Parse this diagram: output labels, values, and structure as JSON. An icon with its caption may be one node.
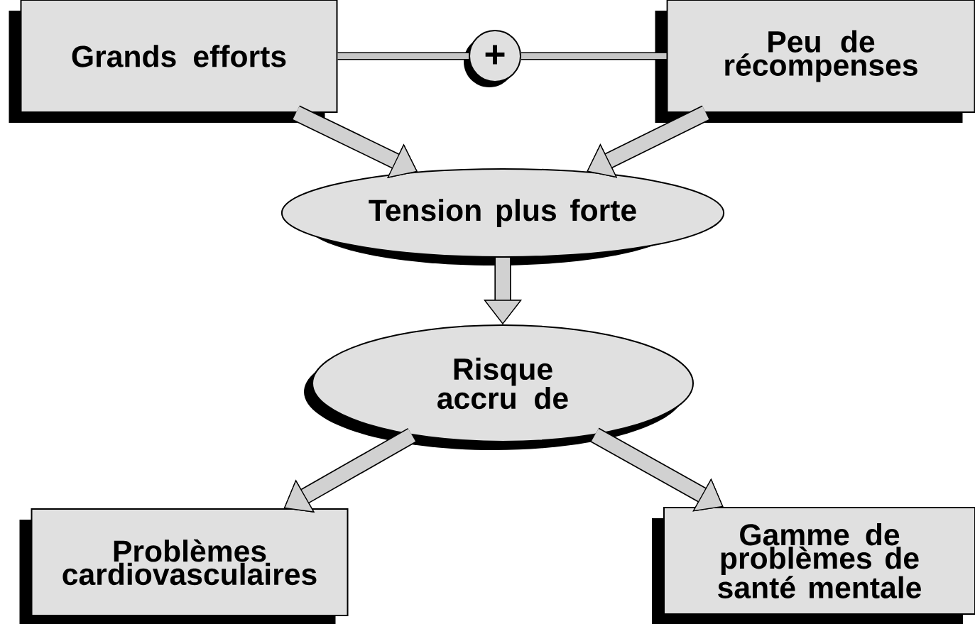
{
  "diagram": {
    "nodes": [
      {
        "text": [
          "Grands efforts"
        ]
      },
      {
        "text": [
          "+"
        ]
      },
      {
        "text": [
          "Peu de récompenses"
        ]
      },
      {
        "text": [
          "Tension plus forte"
        ]
      },
      {
        "text": [
          "Risque accru de"
        ]
      },
      {
        "text": [
          "Problèmes cardiovasculaires"
        ]
      },
      {
        "text": [
          "Gamme de problèmes de santé mentale"
        ]
      }
    ],
    "edges": [
      {
        "from": 0,
        "to": 1,
        "arrow": "none"
      },
      {
        "from": 2,
        "to": 1,
        "arrow": "none"
      },
      {
        "from": 0,
        "to": 3,
        "arrow": "to"
      },
      {
        "from": 2,
        "to": 3,
        "arrow": "to"
      },
      {
        "from": 3,
        "to": 4,
        "arrow": "to"
      },
      {
        "from": 4,
        "to": 5,
        "arrow": "to"
      },
      {
        "from": 4,
        "to": 6,
        "arrow": "to"
      }
    ]
  }
}
